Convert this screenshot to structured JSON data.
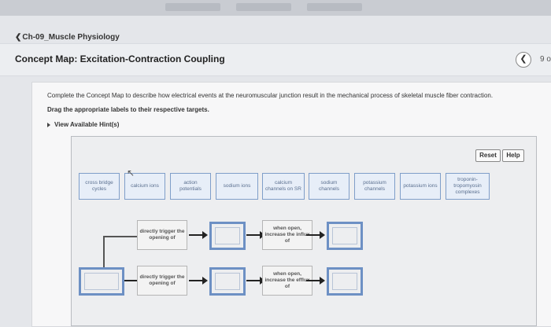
{
  "breadcrumb": {
    "chevron": "❮",
    "label": "Ch-09_Muscle Physiology"
  },
  "page_title": "Concept Map: Excitation-Contraction Coupling",
  "nav": {
    "prev_icon": "❮",
    "item_count": "9 o"
  },
  "instructions": {
    "text1": "Complete the Concept Map to describe how electrical events at the neuromuscular junction result in the mechanical process of skeletal muscle fiber contraction.",
    "text2": "Drag the appropriate labels to their respective targets.",
    "hints_label": "View Available Hint(s)"
  },
  "toolbar": {
    "reset_label": "Reset",
    "help_label": "Help"
  },
  "labels": [
    "cross bridge cycles",
    "calcium ions",
    "action potentials",
    "sodium ions",
    "calcium channels on SR",
    "sodium channels",
    "potassium channels",
    "potassium ions",
    "troponin-tropomyosin complexes"
  ],
  "map": {
    "row1_step1": "directly trigger the opening of",
    "row1_step2": "when open, increase the influx of",
    "row2_step1": "directly trigger the opening of",
    "row2_step2": "when open, increase the efflux of"
  }
}
